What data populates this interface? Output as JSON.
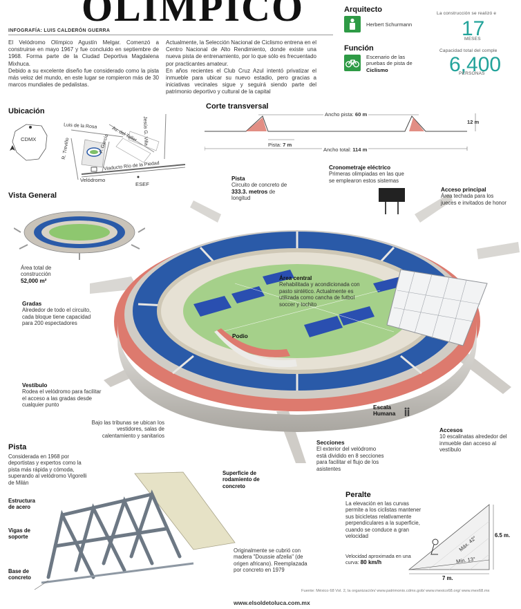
{
  "header": {
    "title": "OLÍMPICO",
    "credit": "INFOGRAFÍA: LUIS CALDERÓN GUERRA"
  },
  "intro": {
    "col1_p1": "El Velódromo Olímpico Agustín Melgar. Comenzó a construirse en mayo 1967 y fue concluido en septiembre de 1968. Forma parte de la Ciudad Deportiva Magdalena Mixhuca.",
    "col1_p2": "Debido a su excelente diseño fue considerado como la pista más veloz del mundo, en este lugar se rompieron más de 30 marcos mundiales de pedalistas.",
    "col2_p1": "Actualmente, la Selección Nacional de Ciclismo entrena en el Centro Nacional de Alto Rendimiento, donde existe una nueva pista de entrenamiento, por lo que sólo es frecuentado por practicantes amateur.",
    "col2_p2": "En años recientes el Club Cruz Azul intentó privatizar el inmueble para ubicar su nuevo estadio, pero gracias a iniciativas vecinales sigue y seguirá siendo parte del patrimonio deportivo y cultural de la capital"
  },
  "facts": {
    "architect_label": "Arquitecto",
    "architect_name": "Herbert Schurmann",
    "function_label": "Función",
    "function_text": "Escenario de las pruebas de pista de",
    "function_bold": "Ciclismo",
    "build_label": "La construcción se realizó e",
    "build_value": "17",
    "build_unit": "MESES",
    "capacity_label": "Capacidad total del comple",
    "capacity_value": "6,400",
    "capacity_unit": "PERSONAS"
  },
  "location": {
    "title": "Ubicación",
    "streets": [
      "Luis de la Rosa",
      "Av. del Taller",
      "Jesús G. Villa",
      "R. Treviño",
      "F. García",
      "Viaducto Río de la Piedad"
    ],
    "cdmx": "CDMX",
    "velodromo": "Velódromo",
    "esef": "ESEF"
  },
  "cross_section": {
    "title": "Corte transversal",
    "track_width": "Ancho pista:",
    "track_width_val": "60 m",
    "height_val": "12 m",
    "lane": "Pista:",
    "lane_val": "7 m",
    "total_width": "Ancho total:",
    "total_width_val": "114 m"
  },
  "general_view": {
    "title": "Vista General",
    "area_label": "Área total de construcción",
    "area_val": "52,000 m²"
  },
  "callouts": {
    "pista_title": "Pista",
    "pista_text": "Circuito de concreto de",
    "pista_bold": "333.3. metros",
    "pista_text2": "de longitud",
    "crono_title": "Cronometraje eléctrico",
    "crono_text": "Primeras olimpiadas en las que se emplearon estos sistemas",
    "acceso_title": "Acceso principal",
    "acceso_text": "Área techada para los jueces e invitados de honor",
    "area_central_title": "Área central",
    "area_central_text": "Rehabilitada y acondicionada con pasto sintético. Actualmente es utilizada como cancha de futbol soccer y tochito",
    "podio": "Podio",
    "gradas_title": "Gradas",
    "gradas_text": "Alrededor de todo el circuito, cada bloque tiene capacidad para 200 espectadores",
    "vestibulo_title": "Vestíbulo",
    "vestibulo_text": "Rodea el velódromo para facilitar el acceso a las gradas desde cualquier punto",
    "tribunas_text": "Bajo las tribunas se ubican los vestidores, salas de calentamiento y sanitarios",
    "escala": "Escala Humana",
    "accesos_title": "Accesos",
    "accesos_text": "10 escalinatas alrededor del inmueble dan acceso al vestíbulo",
    "secciones_title": "Secciones",
    "secciones_text": "El exterior del velódromo está dividido en 8 secciones para facilitar el flujo de los asistentes"
  },
  "track_detail": {
    "title": "Pista",
    "text": "Considerada en 1968 por deportistas y expertos como la pista más rápida y cómoda, superando al velódromo Vigorelli de Milán",
    "estructura": "Estructura de acero",
    "vigas": "Vigas de soporte",
    "base": "Base de concreto",
    "superficie": "Superficie de rodamiento de concreto",
    "original": "Originalmente se cubrió con madera \"Doussie afzelia\" (de origen africano). Reemplazada por concreto en 1979"
  },
  "banking": {
    "title": "Peralte",
    "text": "La elevación en las curvas permite a los ciclistas mantener sus bicicletas relativamente perpendiculares a la superficie, cuando se conduce a gran velocidad",
    "speed_label": "Velocidad aproximada en una curva:",
    "speed_val": "80 km/h",
    "max": "Máx. 42°",
    "min": "Mín. 13°",
    "height": "6.5 m.",
    "width": "7 m."
  },
  "footer": {
    "sources": "Fuente: México 68 Vol. 2, la organización/ www.patrimonio.cdmx.gob/ www.mexico68.org/ www.mex68.mx",
    "url": "www.elsoldetoluca.com.mx"
  },
  "colors": {
    "accent": "#22a39a",
    "green": "#2e9a45",
    "field": "#a5d08a",
    "seat": "#2a5aa8",
    "vestibule": "#dd7a6e"
  }
}
